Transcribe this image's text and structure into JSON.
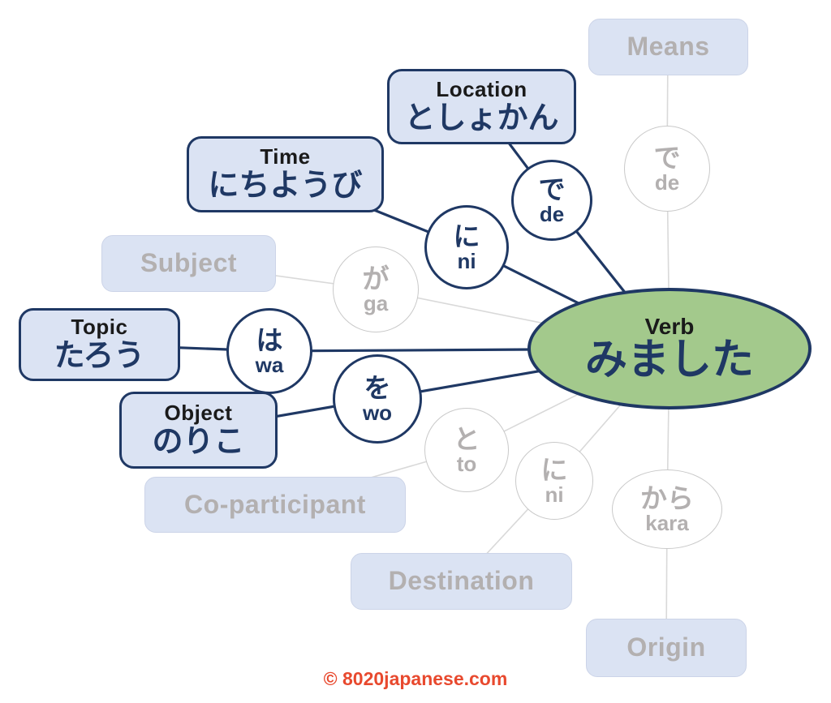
{
  "colors": {
    "navy": "#1f3864",
    "box_fill": "#dbe3f3",
    "green": "#a3c98c",
    "gray_text": "#b3b0b0",
    "gray_line": "#d9d9d9",
    "gray_border": "#c9c9c9",
    "inactive_box_border": "#ccd4e8",
    "credit": "#e8492e",
    "label_black": "#1a1a1a"
  },
  "verb": {
    "label": "Verb",
    "word": "みました",
    "state": "active"
  },
  "roles": {
    "location": {
      "label": "Location",
      "word": "としょかん",
      "state": "active"
    },
    "time": {
      "label": "Time",
      "word": "にちようび",
      "state": "active"
    },
    "topic": {
      "label": "Topic",
      "word": "たろう",
      "state": "active"
    },
    "object": {
      "label": "Object",
      "word": "のりこ",
      "state": "active"
    },
    "means": {
      "label": "Means",
      "state": "inactive"
    },
    "subject": {
      "label": "Subject",
      "state": "inactive"
    },
    "coparticipant": {
      "label": "Co-participant",
      "state": "inactive"
    },
    "destination": {
      "label": "Destination",
      "state": "inactive"
    },
    "origin": {
      "label": "Origin",
      "state": "inactive"
    }
  },
  "particles": {
    "de_location": {
      "kana": "で",
      "romaji": "de",
      "state": "active"
    },
    "ni_time": {
      "kana": "に",
      "romaji": "ni",
      "state": "active"
    },
    "wa_topic": {
      "kana": "は",
      "romaji": "wa",
      "state": "active"
    },
    "wo_object": {
      "kana": "を",
      "romaji": "wo",
      "state": "active"
    },
    "de_means": {
      "kana": "で",
      "romaji": "de",
      "state": "inactive"
    },
    "ga_subject": {
      "kana": "が",
      "romaji": "ga",
      "state": "inactive"
    },
    "to_coparticipant": {
      "kana": "と",
      "romaji": "to",
      "state": "inactive"
    },
    "ni_destination": {
      "kana": "に",
      "romaji": "ni",
      "state": "inactive"
    },
    "kara_origin": {
      "kana": "から",
      "romaji": "kara",
      "state": "inactive"
    }
  },
  "connections": [
    {
      "from": "Location",
      "via": "で (de)",
      "to": "Verb",
      "state": "active"
    },
    {
      "from": "Time",
      "via": "に (ni)",
      "to": "Verb",
      "state": "active"
    },
    {
      "from": "Topic",
      "via": "は (wa)",
      "to": "Verb",
      "state": "active"
    },
    {
      "from": "Object",
      "via": "を (wo)",
      "to": "Verb",
      "state": "active"
    },
    {
      "from": "Means",
      "via": "で (de)",
      "to": "Verb",
      "state": "inactive"
    },
    {
      "from": "Subject",
      "via": "が (ga)",
      "to": "Verb",
      "state": "inactive"
    },
    {
      "from": "Co-participant",
      "via": "と (to)",
      "to": "Verb",
      "state": "inactive"
    },
    {
      "from": "Destination",
      "via": "に (ni)",
      "to": "Verb",
      "state": "inactive"
    },
    {
      "from": "Origin",
      "via": "から (kara)",
      "to": "Verb",
      "state": "inactive"
    }
  ],
  "footer": {
    "credit": "© 8020japanese.com"
  }
}
